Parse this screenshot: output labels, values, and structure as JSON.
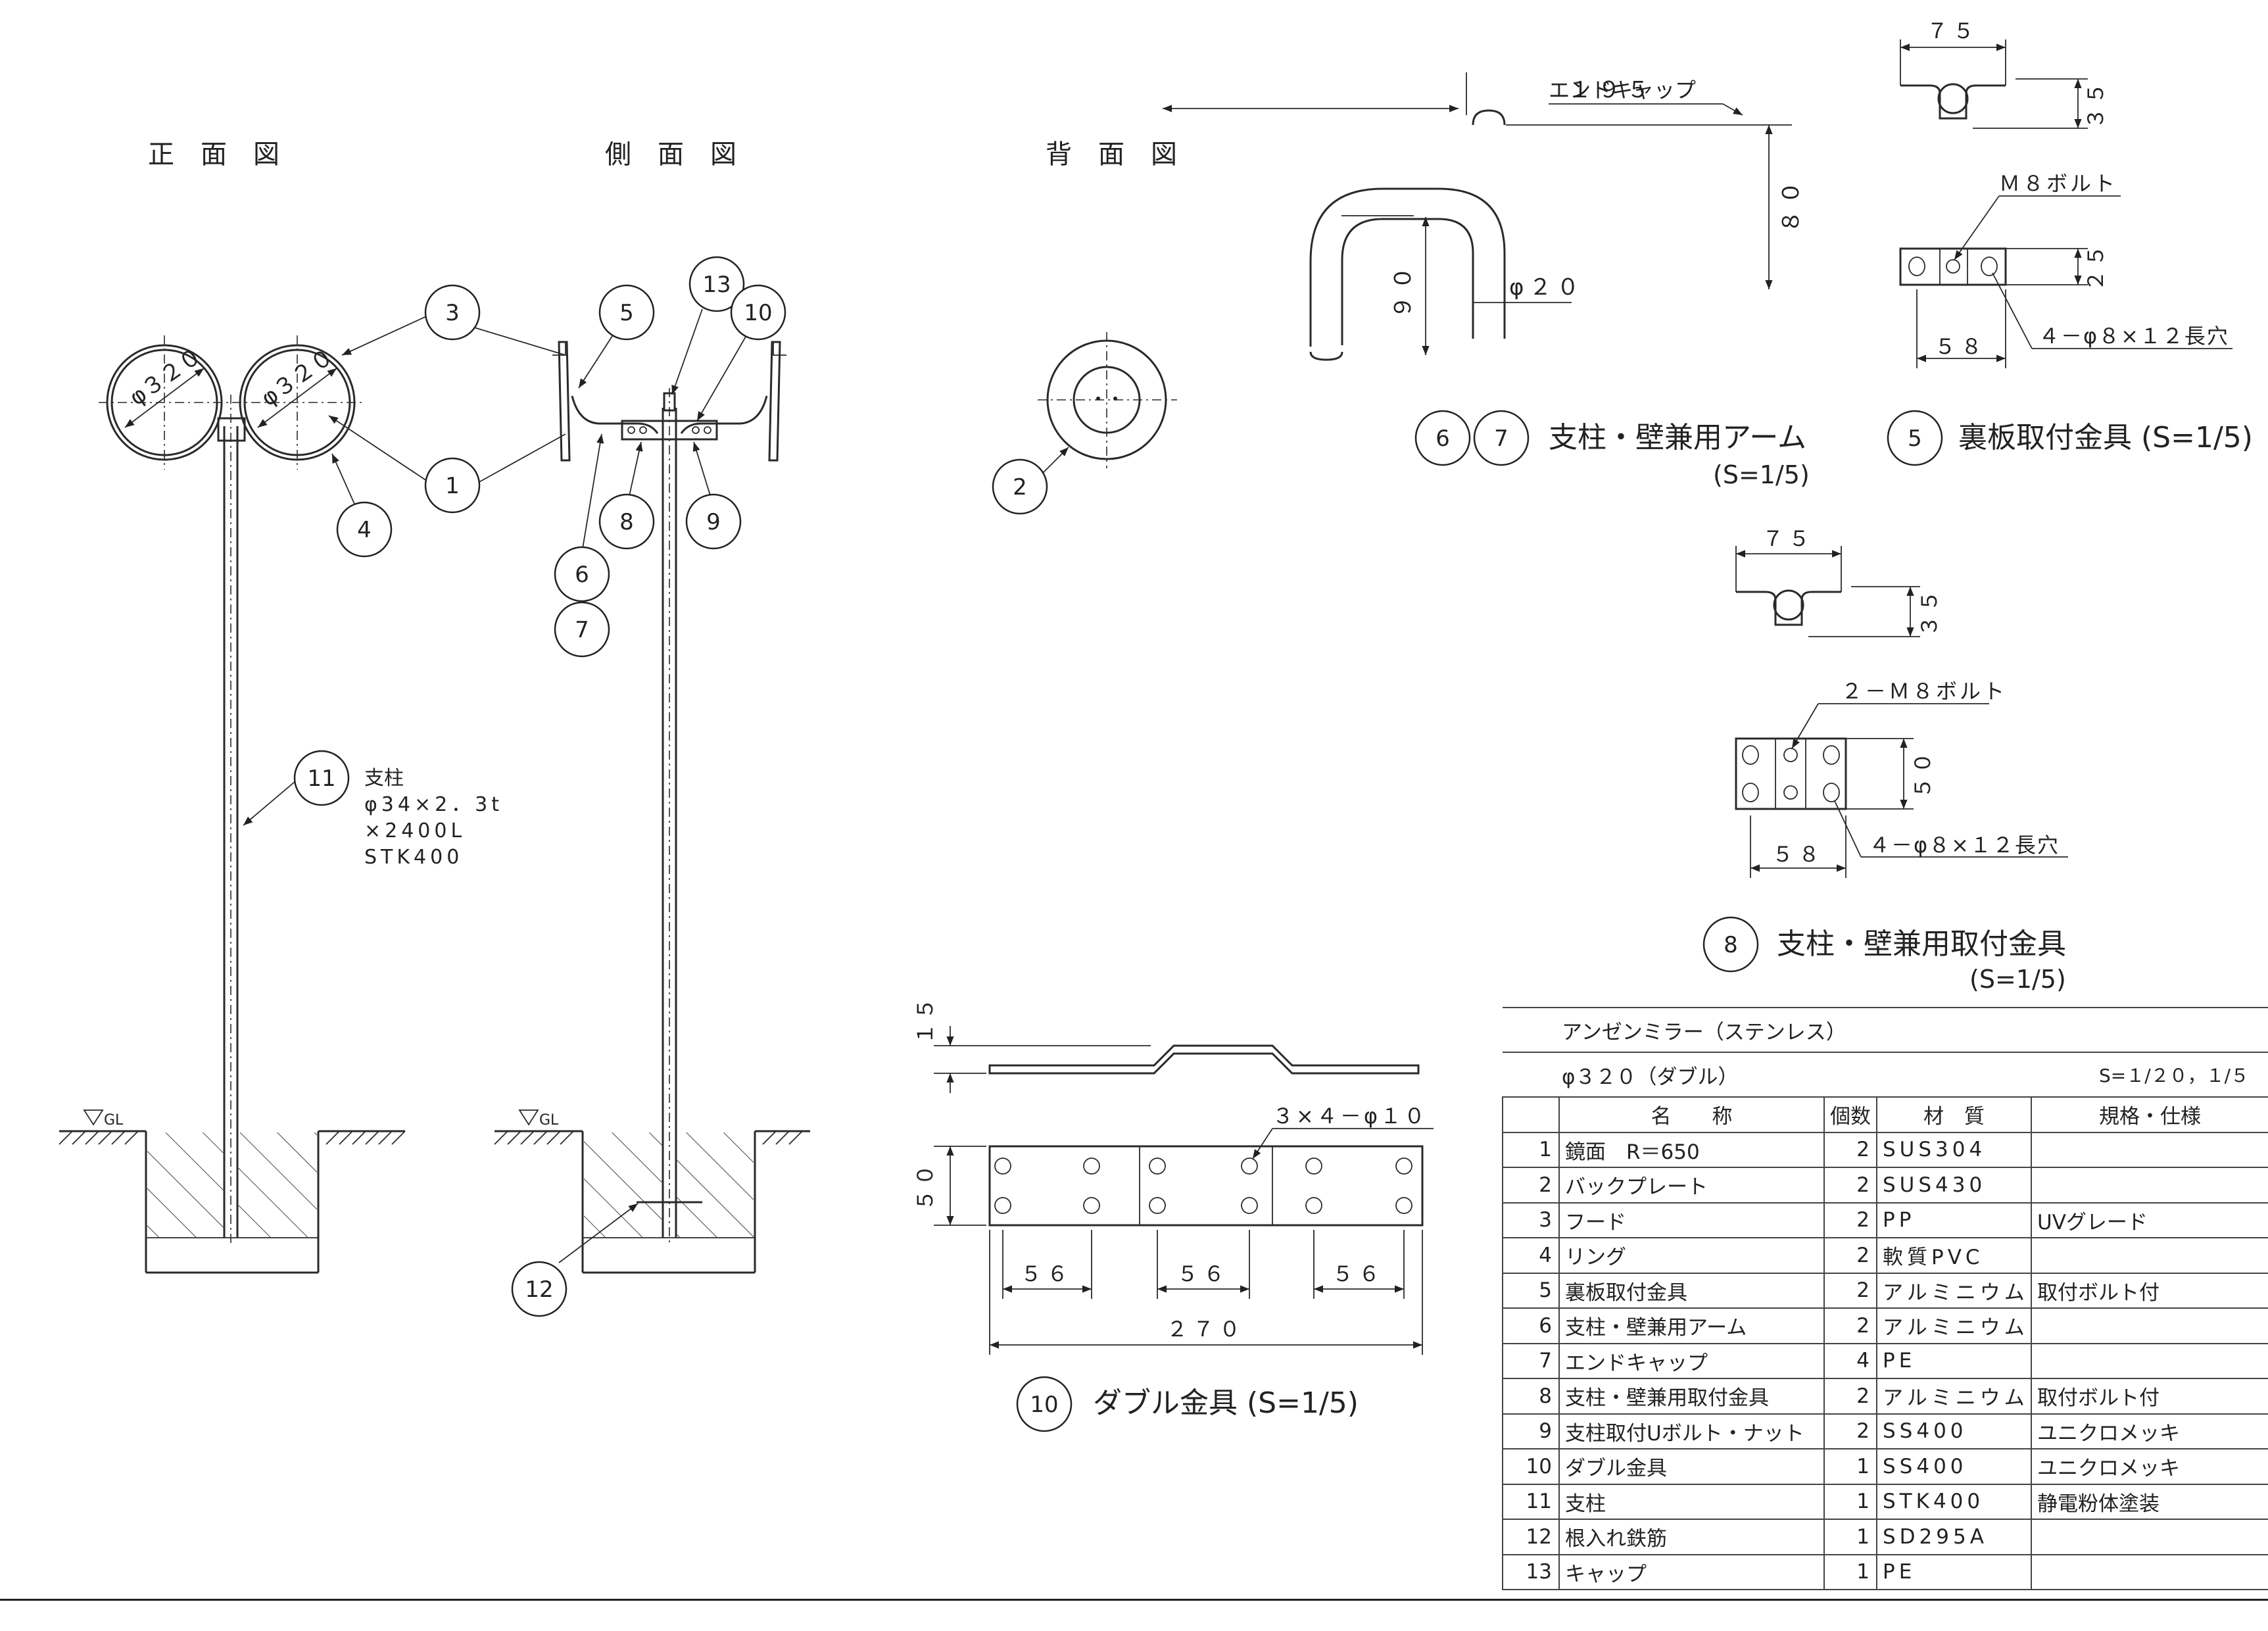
{
  "views": {
    "front": "正　面　図",
    "side": "側　面　図",
    "back": "背　面　図"
  },
  "dims": {
    "mirror_dia": "φ３２０",
    "arm_195": "１９５",
    "arm_80": "８０",
    "arm_90": "９０",
    "arm_phi20": "φ２０",
    "end_cap": "エンドキャップ",
    "bp_75": "７５",
    "bp_35": "３５",
    "bp_25": "２５",
    "bp_58": "５８",
    "bp_bolt": "Ｍ８ボルト",
    "bp_slot": "４－φ８×１２長穴",
    "wm_75": "７５",
    "wm_35": "３５",
    "wm_50": "５０",
    "wm_58": "５８",
    "wm_bolt": "２－Ｍ８ボルト",
    "wm_slot": "４－φ８×１２長穴",
    "db_15": "１５",
    "db_50": "５０",
    "db_holes": "３×４－φ１０",
    "db_56a": "５６",
    "db_56b": "５６",
    "db_56c": "５６",
    "db_270": "２７０",
    "gl": "GL"
  },
  "bubbles": {
    "b1": "1",
    "b2": "2",
    "b3": "3",
    "b4": "4",
    "b5": "5",
    "b6": "6",
    "b7": "7",
    "b8": "8",
    "b9": "9",
    "b10": "10",
    "b11": "11",
    "b12": "12",
    "b13": "13",
    "d67a": "6",
    "d67b": "7",
    "d5": "5",
    "d8": "8",
    "d10": "10"
  },
  "pole_note": [
    "支柱",
    "φ34×2．3t",
    "×2400L",
    "STK400"
  ],
  "detail_titles": {
    "arm": "支柱・壁兼用アーム",
    "arm_scale": "(S=1/5)",
    "backplate": "裏板取付金具 (S=1/5)",
    "wallmount": "支柱・壁兼用取付金具",
    "wallmount_scale": "(S=1/5)",
    "double": "ダブル金具 (S=1/5)"
  },
  "table": {
    "title": "アンゼンミラー（ステンレス）",
    "subtitle": "φ３２０（ダブル）",
    "scale": "S=１/２０，１/５",
    "headers": [
      "",
      "名　　称",
      "個数",
      "材　質",
      "規格・仕様"
    ],
    "rows": [
      {
        "no": "1",
        "name": "鏡面　R＝650",
        "qty": "2",
        "mat": "SUS304",
        "spec": ""
      },
      {
        "no": "2",
        "name": "バックプレート",
        "qty": "2",
        "mat": "SUS430",
        "spec": ""
      },
      {
        "no": "3",
        "name": "フード",
        "qty": "2",
        "mat": "PP",
        "spec": "UVグレード"
      },
      {
        "no": "4",
        "name": "リング",
        "qty": "2",
        "mat": "軟質PVC",
        "spec": ""
      },
      {
        "no": "5",
        "name": "裏板取付金具",
        "qty": "2",
        "mat": "アルミニウム",
        "spec": "取付ボルト付"
      },
      {
        "no": "6",
        "name": "支柱・壁兼用アーム",
        "qty": "2",
        "mat": "アルミニウム",
        "spec": ""
      },
      {
        "no": "7",
        "name": "エンドキャップ",
        "qty": "4",
        "mat": "PE",
        "spec": ""
      },
      {
        "no": "8",
        "name": "支柱・壁兼用取付金具",
        "qty": "2",
        "mat": "アルミニウム",
        "spec": "取付ボルト付"
      },
      {
        "no": "9",
        "name": "支柱取付Uボルト・ナット",
        "qty": "2",
        "mat": "SS400",
        "spec": "ユニクロメッキ"
      },
      {
        "no": "10",
        "name": "ダブル金具",
        "qty": "1",
        "mat": "SS400",
        "spec": "ユニクロメッキ"
      },
      {
        "no": "11",
        "name": "支柱",
        "qty": "1",
        "mat": "STK400",
        "spec": "静電粉体塗装"
      },
      {
        "no": "12",
        "name": "根入れ鉄筋",
        "qty": "1",
        "mat": "SD295A",
        "spec": ""
      },
      {
        "no": "13",
        "name": "キャップ",
        "qty": "1",
        "mat": "PE",
        "spec": ""
      }
    ]
  }
}
